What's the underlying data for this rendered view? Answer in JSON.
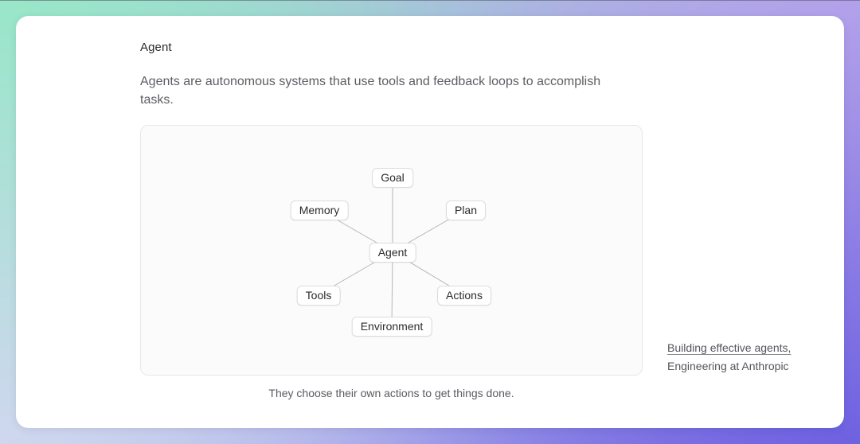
{
  "card": {
    "title": "Agent",
    "description": "Agents are autonomous systems that use tools and feedback loops to accomplish tasks.",
    "caption": "They choose their own actions to get things done."
  },
  "diagram": {
    "nodes": {
      "goal": "Goal",
      "memory": "Memory",
      "plan": "Plan",
      "agent": "Agent",
      "tools": "Tools",
      "actions": "Actions",
      "environment": "Environment"
    },
    "edges": [
      [
        "agent",
        "goal"
      ],
      [
        "agent",
        "memory"
      ],
      [
        "agent",
        "plan"
      ],
      [
        "agent",
        "tools"
      ],
      [
        "agent",
        "actions"
      ],
      [
        "agent",
        "environment"
      ]
    ]
  },
  "citation": {
    "link": "Building effective agents,",
    "attribution": "Engineering at Anthropic"
  },
  "colors": {
    "gradient_top_left": "#99e6c9",
    "gradient_top_right": "#b2a1ea",
    "gradient_bottom_left": "#ced7ee",
    "gradient_bottom_right": "#6f62e1",
    "card_background": "#ffffff",
    "panel_background": "#fbfbfc",
    "node_border": "#dcdcdf",
    "edge_stroke": "#b6b6ba",
    "text_primary": "#2a2a2e",
    "text_muted": "#5d5d64"
  }
}
